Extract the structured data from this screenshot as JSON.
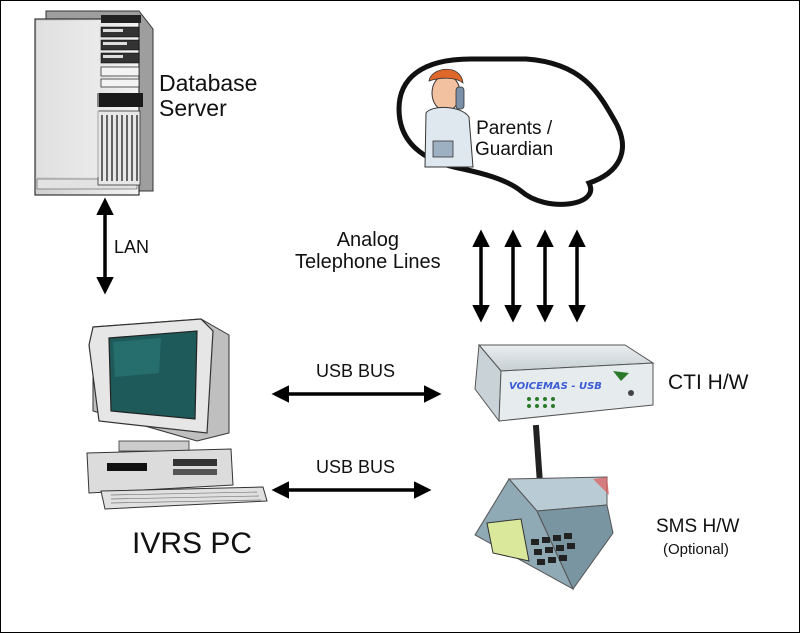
{
  "labels": {
    "database_server": [
      "Database",
      "Server"
    ],
    "parents_guardian": [
      "Parents /",
      "Guardian"
    ],
    "analog_lines": [
      "Analog",
      "Telephone Lines"
    ],
    "lan": "LAN",
    "usb_bus_top": "USB BUS",
    "usb_bus_bottom": "USB BUS",
    "cti_hw": "CTI H/W",
    "ivrs_pc": "IVRS PC",
    "sms_hw": "SMS H/W",
    "sms_optional": "(Optional)",
    "device_brand": "VOICEMAS - USB"
  },
  "colors": {
    "device_brand_text": "#3b5bd6",
    "sms_body": "#8fa9b5",
    "sms_screen": "#d9e89a",
    "monitor_screen": "#1f5a5a"
  },
  "icons": [
    "server-icon",
    "person-on-phone-icon",
    "desktop-pc-icon",
    "cti-device-icon",
    "sms-modem-icon"
  ]
}
